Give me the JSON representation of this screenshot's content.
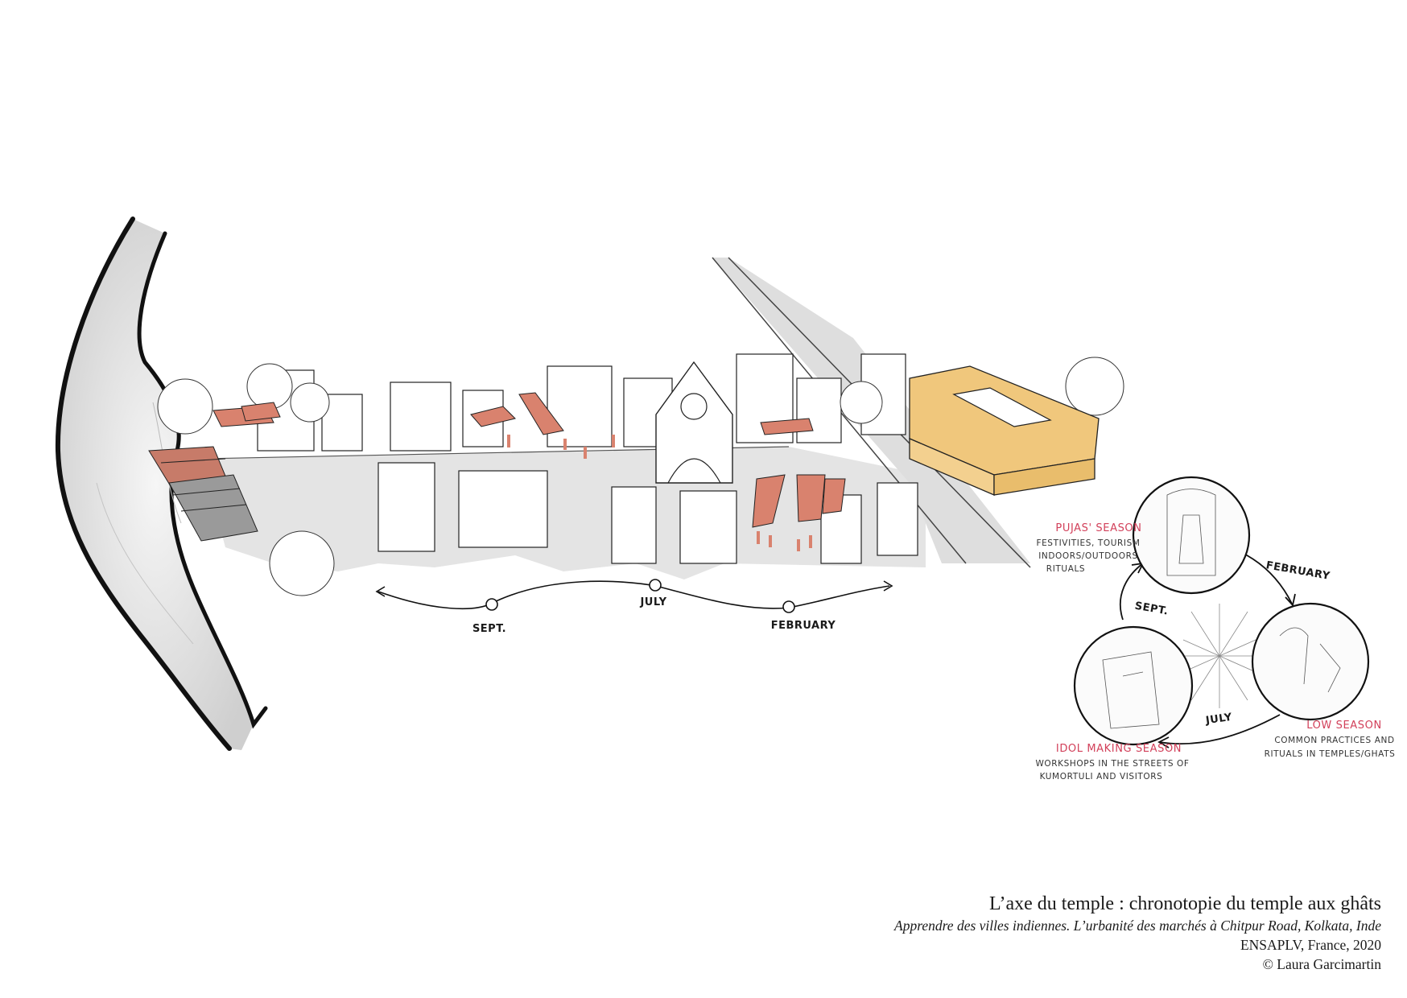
{
  "timeline": {
    "months": [
      "SEPT.",
      "JULY",
      "FEBRUARY"
    ]
  },
  "cycle": {
    "seasons": [
      {
        "title": "PUJAS' SEASON",
        "lines": [
          "FESTIVITIES, TOURISM",
          "INDOORS/OUTDOORS",
          "RITUALS"
        ]
      },
      {
        "title": "LOW SEASON",
        "lines": [
          "COMMON PRACTICES AND",
          "RITUALS IN TEMPLES/GHATS"
        ]
      },
      {
        "title": "IDOL MAKING SEASON",
        "lines": [
          "WORKSHOPS IN THE STREETS OF",
          "KUMORTULI AND VISITORS"
        ]
      }
    ],
    "months": [
      "FEBRUARY",
      "JULY",
      "SEPT."
    ]
  },
  "caption": {
    "title": "L’axe du temple : chronotopie du temple aux ghâts",
    "subtitle": "Apprendre des villes indiennes. L’urbanité des marchés à Chitpur Road, Kolkata, Inde",
    "institution": "ENSAPLV, France, 2020",
    "credit": "© Laura Garcimartin"
  },
  "colors": {
    "accent_red": "#d9826e",
    "label_red": "#d2405a",
    "building_yellow": "#f0c77c",
    "river_gray": "#dcdcdc",
    "ink": "#1a1a1a"
  }
}
